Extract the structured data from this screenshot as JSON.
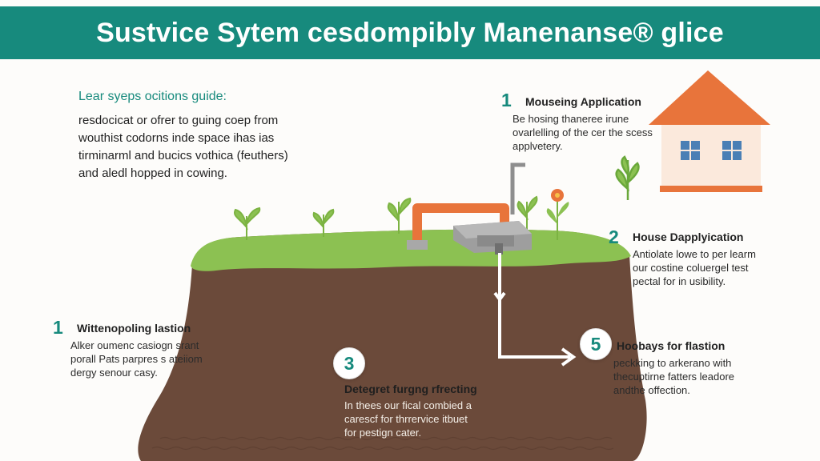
{
  "banner": {
    "title": "Sustvice Sytem cesdompibly Manenanse® glice"
  },
  "intro": {
    "heading": "Lear syeps ocitions guide:",
    "lines": [
      "resdocicat or ofrer to guing coep from",
      "wouthist codorns inde space ihas ias",
      "tirminarml and bucics vothica (feuthers)",
      "and aledl hopped in cowing."
    ]
  },
  "steps": [
    {
      "number": "1",
      "title": "Mouseing Application",
      "lines": [
        "Be hosing thaneree irune",
        "ovarlelling of the cer the scess",
        "applvetery."
      ]
    },
    {
      "number": "2",
      "title": "House Dapplyication",
      "lines": [
        "Antiolate lowe to per learm",
        "our costine coluergel test",
        "pectal for in usibility."
      ]
    },
    {
      "number": "1",
      "title": "Wittenopoling lastion",
      "lines": [
        "Alker oumenc casiogn srant",
        "porall Pats parpres s ateiiom",
        "dergy senour casy."
      ]
    },
    {
      "number": "3",
      "title": "Detegret furgng rfrecting",
      "lines": [
        "In thees our fical combied a",
        "carescf for thrrervice itbuet",
        "for pestign cater."
      ]
    },
    {
      "number": "5",
      "title": "Hoobays for flastion",
      "lines": [
        "peckking to arkerano with",
        "thecuptirne fatters leadore",
        "andthe offection."
      ]
    }
  ],
  "colors": {
    "banner": "#178a7d",
    "accent_teal": "#178a7d",
    "soil": "#6b4a3a",
    "grass": "#8cc152",
    "roof": "#e8743b",
    "pipe": "#e8743b",
    "house_wall": "#fbe9dc",
    "window": "#4a7fb5"
  },
  "icons": [
    "house-icon",
    "plant-icon",
    "flower-icon",
    "pipe-icon",
    "septic-tank-icon",
    "arrow-right-icon"
  ]
}
